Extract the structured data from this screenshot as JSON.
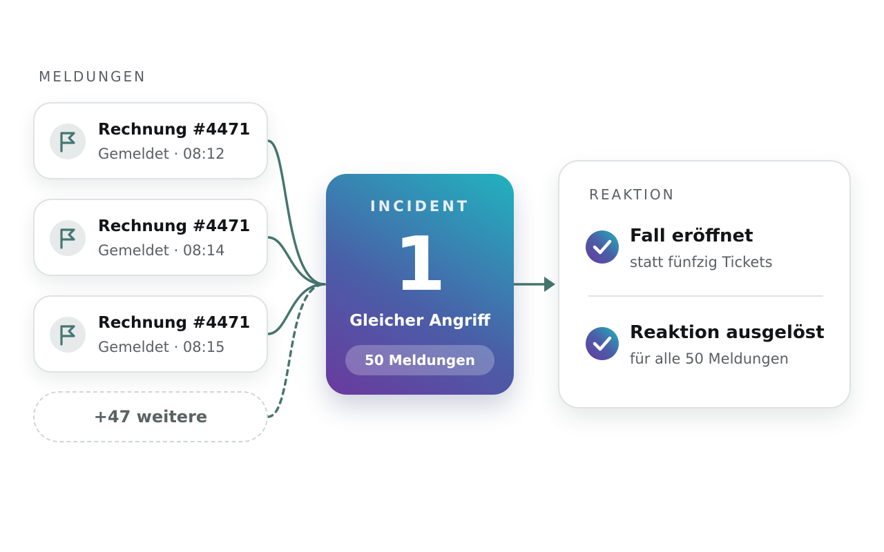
{
  "meldungen_label": "MELDUNGEN",
  "reports": [
    {
      "title": "Rechnung #4471",
      "meta": "Gemeldet · 08:12"
    },
    {
      "title": "Rechnung #4471",
      "meta": "Gemeldet · 08:14"
    },
    {
      "title": "Rechnung #4471",
      "meta": "Gemeldet · 08:15"
    }
  ],
  "more_label": "+47 weitere",
  "incident": {
    "label": "INCIDENT",
    "count": "1",
    "subtitle": "Gleicher Angriff",
    "pill": "50 Meldungen"
  },
  "reaction": {
    "label": "REAKTION",
    "items": [
      {
        "title": "Fall eröffnet",
        "subtitle": "statt fünfzig Tickets"
      },
      {
        "title": "Reaktion ausgelöst",
        "subtitle": "für alle 50 Meldungen"
      }
    ]
  },
  "colors": {
    "connector": "#46766f",
    "icon": "#46766f",
    "gradient_start": "#6a3a9e",
    "gradient_end": "#21b3bf"
  },
  "icons": {
    "report": "flag-icon",
    "reaction": "check-circle-icon"
  }
}
